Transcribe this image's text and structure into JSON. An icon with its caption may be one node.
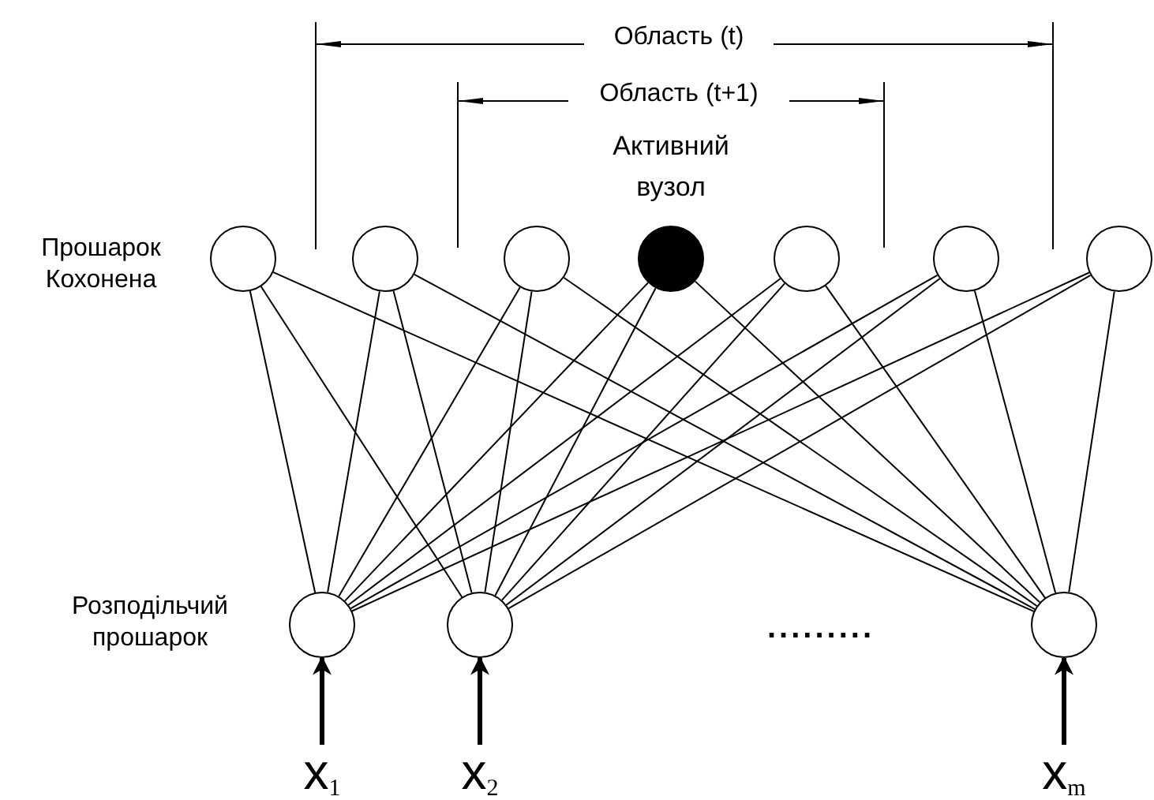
{
  "diagram": {
    "nodes": [
      {
        "text": [],
        "shape": "circle"
      },
      {
        "text": [],
        "shape": "circle"
      },
      {
        "text": [],
        "shape": "circle"
      },
      {
        "text": [],
        "shape": "circle",
        "beside": [
          "Активний вузол"
        ]
      },
      {
        "text": [],
        "shape": "circle"
      },
      {
        "text": [],
        "shape": "circle"
      },
      {
        "text": [],
        "shape": "circle"
      },
      {
        "text": [],
        "shape": "circle"
      },
      {
        "text": [],
        "shape": "circle"
      },
      {
        "text": [],
        "shape": "circle"
      },
      {
        "text": [
          "x$_{1}$"
        ]
      },
      {
        "text": [
          "x$_{2}$"
        ]
      },
      {
        "text": [
          "x$_{m}$"
        ]
      }
    ],
    "edges": [
      {
        "from": 7,
        "to": 0,
        "arrow": "none"
      },
      {
        "from": 7,
        "to": 1,
        "arrow": "none"
      },
      {
        "from": 7,
        "to": 2,
        "arrow": "none"
      },
      {
        "from": 7,
        "to": 3,
        "arrow": "none"
      },
      {
        "from": 7,
        "to": 4,
        "arrow": "none"
      },
      {
        "from": 7,
        "to": 5,
        "arrow": "none"
      },
      {
        "from": 7,
        "to": 6,
        "arrow": "none"
      },
      {
        "from": 8,
        "to": 0,
        "arrow": "none"
      },
      {
        "from": 8,
        "to": 1,
        "arrow": "none"
      },
      {
        "from": 8,
        "to": 2,
        "arrow": "none"
      },
      {
        "from": 8,
        "to": 3,
        "arrow": "none"
      },
      {
        "from": 8,
        "to": 4,
        "arrow": "none"
      },
      {
        "from": 8,
        "to": 5,
        "arrow": "none"
      },
      {
        "from": 8,
        "to": 6,
        "arrow": "none"
      },
      {
        "from": 9,
        "to": 0,
        "arrow": "none"
      },
      {
        "from": 9,
        "to": 1,
        "arrow": "none"
      },
      {
        "from": 9,
        "to": 2,
        "arrow": "none"
      },
      {
        "from": 9,
        "to": 3,
        "arrow": "none"
      },
      {
        "from": 9,
        "to": 4,
        "arrow": "none"
      },
      {
        "from": 9,
        "to": 5,
        "arrow": "none"
      },
      {
        "from": 9,
        "to": 6,
        "arrow": "none"
      },
      {
        "from": 10,
        "to": 7,
        "arrow": "to",
        "style": "thick"
      },
      {
        "from": 11,
        "to": 8,
        "arrow": "to",
        "style": "thick"
      },
      {
        "from": 12,
        "to": 9,
        "arrow": "to",
        "style": "thick"
      }
    ],
    "labels": [
      "Область (t)",
      "Область (t+1)",
      "Прошарок Кохонена",
      "Розподільчий прошарок",
      "........."
    ]
  }
}
